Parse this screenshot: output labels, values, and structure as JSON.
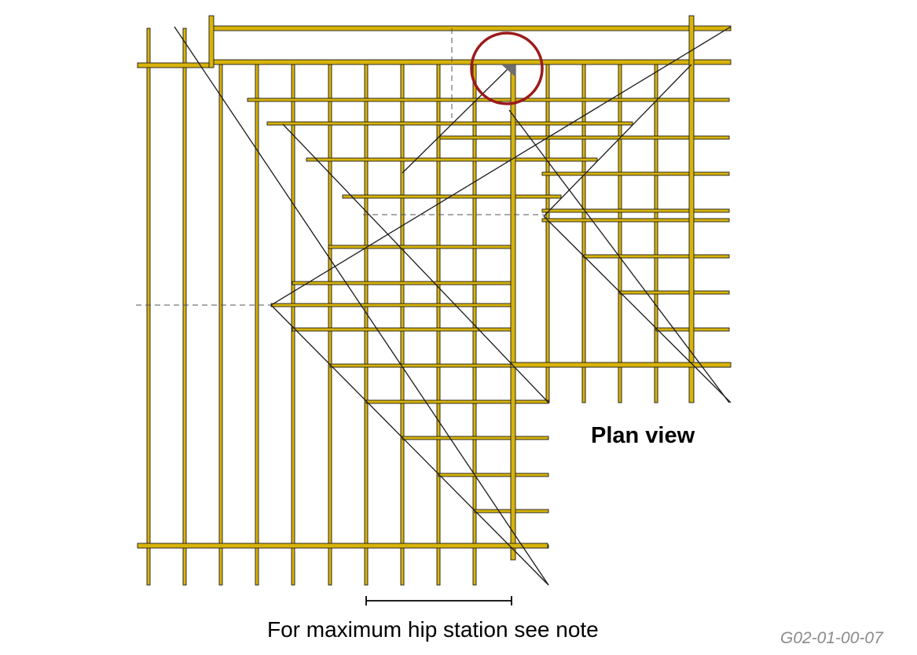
{
  "title": "Plan view",
  "note": "For maximum hip station see note",
  "drawing_code": "G02-01-00-07",
  "colors": {
    "timber_fill": "#D8B40A",
    "outline": "#1A1A1A",
    "highlight_circle": "#9B1B1B",
    "dashed_line": "#555555",
    "code_text": "#8A8A8A"
  },
  "icons": [
    "hip-corner-highlight-circle-icon",
    "hip-junction-wedge-icon"
  ]
}
